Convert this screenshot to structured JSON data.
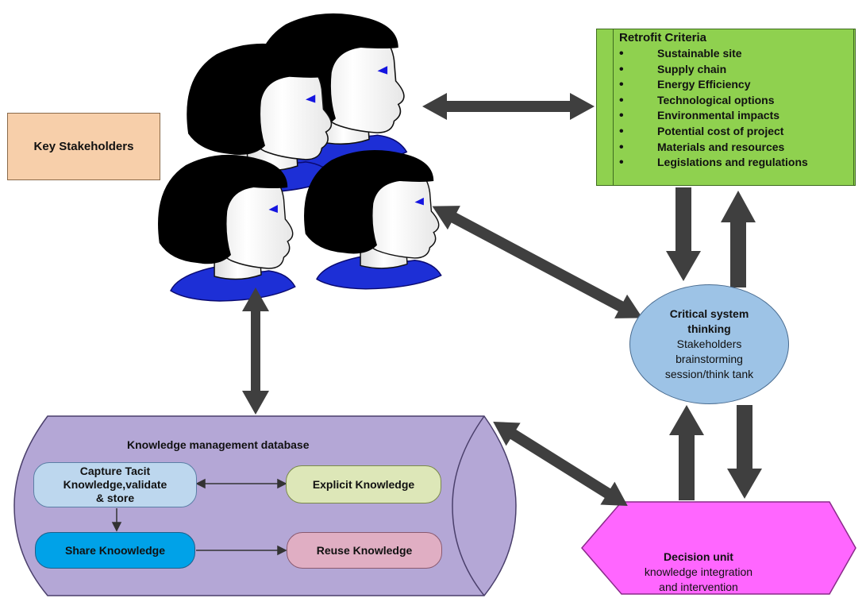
{
  "key_stakeholders": {
    "label": "Key Stakeholders"
  },
  "retrofit_criteria": {
    "title": "Retrofit Criteria",
    "items": [
      "Sustainable site",
      "Supply chain",
      "Energy Efficiency",
      "Technological options",
      "Environmental impacts",
      "Potential cost of project",
      "Materials and resources",
      "Legislations and regulations"
    ]
  },
  "critical_system": {
    "title_line1": "Critical system",
    "title_line2": "thinking",
    "desc_line1": "Stakeholders",
    "desc_line2": "brainstorming",
    "desc_line3": "session/think tank"
  },
  "decision_unit": {
    "title": "Decision unit",
    "desc_line1": "knowledge integration",
    "desc_line2": "and intervention"
  },
  "knowledge_db": {
    "title": "Knowledge management database",
    "capture_line1": "Capture Tacit",
    "capture_line2": "Knowledge,validate",
    "capture_line3": "& store",
    "explicit": "Explicit Knowledge",
    "share": "Share Knoowledge",
    "reuse": "Reuse Knowledge"
  },
  "colors": {
    "stakeholders_box": "#f7cfaa",
    "retrofit_box": "#8fd14f",
    "critical_ellipse": "#9dc3e6",
    "decision_hexagon": "#ff66ff",
    "database_cylinder": "#b4a7d6",
    "arrow": "#3f3f3f"
  }
}
